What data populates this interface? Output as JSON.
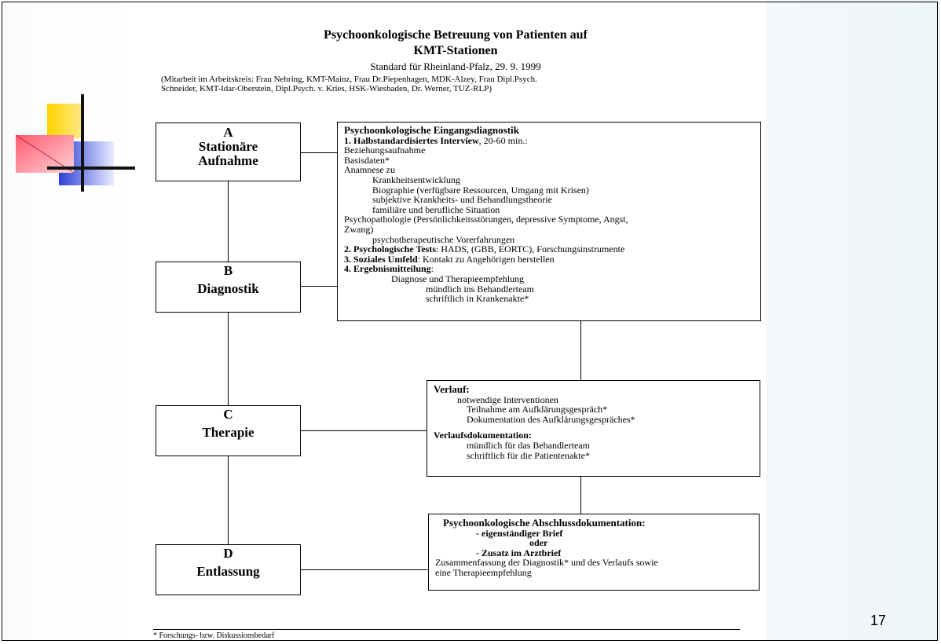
{
  "header": {
    "title_line1": "Psychoonkologische Betreuung von Patienten auf",
    "title_line2": "KMT-Stationen",
    "standard": "Standard für Rheinland-Pfalz, 29. 9. 1999",
    "collab_line1": "(Mitarbeit im Arbeitskreis: Frau Nehring, KMT-Mainz, Frau Dr.Piepenhagen, MDK-Alzey, Frau Dipl.Psych.",
    "collab_line2": "Schneider, KMT-Idar-Oberstein, Dipl.Psych. v. Kries, HSK-Wiesbaden, Dr. Werner, TUZ-RLP)"
  },
  "stages": {
    "a_letter": "A",
    "a_line1": "Stationäre",
    "a_line2": "Aufnahme",
    "b_letter": "B",
    "b_label": "Diagnostik",
    "c_letter": "C",
    "c_label": "Therapie",
    "d_letter": "D",
    "d_label": "Entlassung"
  },
  "diagnostics": {
    "heading": "Psychoonkologische Eingangsdiagnostik",
    "item1_bold": "1. Halbstandardisiertes Interview",
    "item1_rest": ", 20-60 min.:",
    "beziehung": "Beziehungsaufnahme",
    "basisdaten": "Basisdaten*",
    "anamnese": "Anamnese zu",
    "krankheit": "Krankheitsentwicklung",
    "biographie": "Biographie (verfügbare Ressourcen, Umgang mit Krisen)",
    "subjektiv": "subjektive Krankheits- und Behandlungstheorie",
    "familie": "familiäre und berufliche Situation",
    "psychopath": "Psychopathologie (Persönlichkeitsstörungen, depressive Symptome, Angst,",
    "zwang": "Zwang)",
    "vorerfahrung": "psychotherapeutische Vorerfahrungen",
    "item2_bold": "2. Psychologische Tests",
    "item2_rest": ": HADS, (GBB, EORTC), Forschungsinstrumente",
    "item3_bold": "3. Soziales Umfeld",
    "item3_rest": ": Kontakt zu Angehörigen herstellen",
    "item4_bold": "4. Ergebnismitteilung",
    "item4_rest": ":",
    "diagnose": "Diagnose und Therapieempfehlung",
    "muendlich": "mündlich ins Behandlerteam",
    "schriftlich": "schriftlich in Krankenakte*"
  },
  "therapy": {
    "verlauf_heading": "Verlauf:",
    "v1": "notwendige Interventionen",
    "v2": "Teilnahme am Aufklärungsgespräch*",
    "v3": "Dokumentation des Aufklärungsgespräches*",
    "doc_heading": "Verlaufsdokumentation:",
    "d1": "mündlich für das Behandlerteam",
    "d2": "schriftlich für die Patientenakte*"
  },
  "discharge": {
    "heading": "Psychoonkologische Abschlussdokumentation:",
    "opt1": "- eigenständiger Brief",
    "oder": "oder",
    "opt2": "- Zusatz im Arztbrief",
    "summary1": "Zusammenfassung der Diagnostik* und des Verlaufs sowie",
    "summary2": "eine Therapieempfehlung"
  },
  "footer": {
    "note": "* Forschungs- bzw. Diskussionsbedarf",
    "page": "17"
  }
}
